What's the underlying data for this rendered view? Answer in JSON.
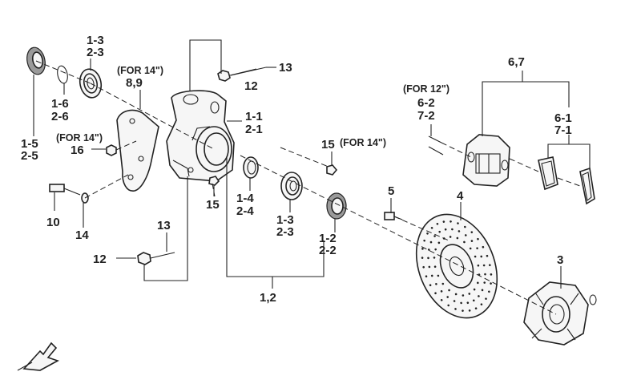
{
  "labels": {
    "l_13a": "1-3",
    "l_23a": "2-3",
    "for14_top": "(FOR 14\")",
    "l_89": "8,9",
    "l_13_nut": "13",
    "l_12_top": "12",
    "l_11": "1-1",
    "l_21": "2-1",
    "l_16": "1-6",
    "l_26": "2-6",
    "l_15": "1-5",
    "l_25": "2-5",
    "for14_left": "(FOR 14\")",
    "l_16b": "16",
    "l_10": "10",
    "l_14": "14",
    "l_15_mid": "15",
    "l_15_right": "15",
    "for14_right": "(FOR 14\")",
    "l_14a": "1-4",
    "l_24": "2-4",
    "l_13b": "1-3",
    "l_23b": "2-3",
    "l_12": "1-2",
    "l_22": "2-2",
    "l_1_2": "1,2",
    "l_13_bot": "13",
    "l_12_bot": "12",
    "for12": "(FOR 12\")",
    "l_62": "6-2",
    "l_72": "7-2",
    "l_67": "6,7",
    "l_61": "6-1",
    "l_71": "7-1",
    "l_5": "5",
    "l_4": "4",
    "l_3": "3"
  }
}
